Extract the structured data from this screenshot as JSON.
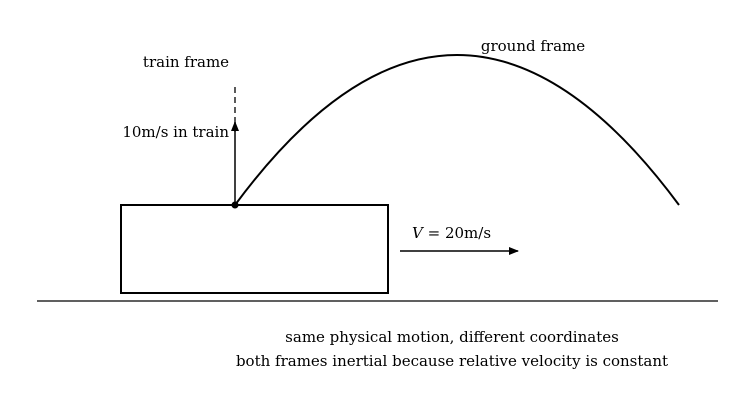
{
  "labels": {
    "train_frame": "train frame",
    "ground_frame": "ground frame",
    "train_velocity": "10m/s in train",
    "frame_velocity_symbol": "V",
    "frame_velocity_value": " = 20m/s",
    "caption_line1": "same physical motion, different coordinates",
    "caption_line2": "both frames inertial because relative velocity is constant"
  },
  "colors": {
    "ink": "#000000",
    "background": "#ffffff"
  }
}
